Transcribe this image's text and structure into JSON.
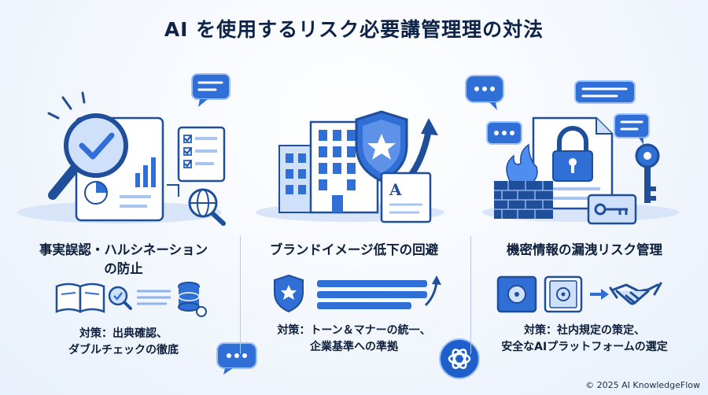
{
  "title": "AI を使用するリスク必要講管理理の対法",
  "columns": [
    {
      "heading_line1": "事実誤認・ハルシネーション",
      "heading_line2": "の防止",
      "measure_line1": "対策：出典確認、",
      "measure_line2": "ダブルチェックの徹底",
      "icons": [
        "magnifier-check-icon",
        "document-chart-icon",
        "checklist-icon",
        "globe-search-icon",
        "book-icon",
        "search-icon",
        "database-link-icon"
      ]
    },
    {
      "heading_line1": "ブランドイメージ低下の回避",
      "measure_line1": "対策：トーン＆マナーの統一、",
      "measure_line2": "企業基準への準拠",
      "icons": [
        "building-icon",
        "shield-star-icon",
        "trend-arrow-icon",
        "document-text-icon"
      ]
    },
    {
      "heading_line1": "機密情報の漏洩リスク管理",
      "measure_line1": "対策：社内規定の策定、",
      "measure_line2": "安全なAIプラットフォームの選定",
      "icons": [
        "lock-document-icon",
        "firewall-icon",
        "key-icon",
        "safe-icon",
        "handshake-icon"
      ]
    }
  ],
  "copyright": "© 2025 AI KnowledgeFlow",
  "colors": {
    "primary": "#2f6fd6",
    "light": "#bcd4f6",
    "dark": "#0d2347",
    "glow": "#4e8ef0"
  }
}
